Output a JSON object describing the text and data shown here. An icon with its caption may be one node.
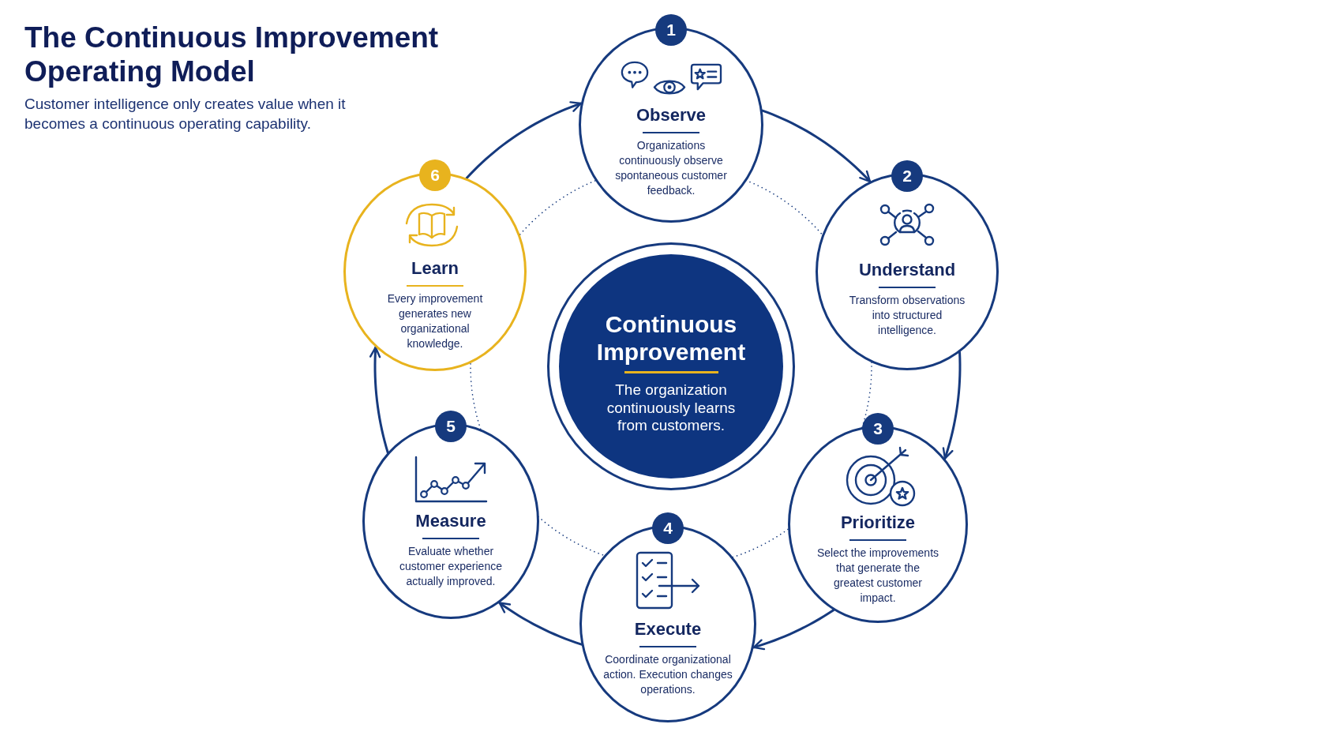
{
  "diagram": {
    "title": "The Continuous Improvement Operating Model",
    "nodes": [
      {
        "text": [
          "1",
          "Observe",
          "Organizations continuously observe spontaneous customer feedback."
        ]
      },
      {
        "text": [
          "2",
          "Understand",
          "Transform observations into structured intelligence."
        ]
      },
      {
        "text": [
          "3",
          "Prioritize",
          "Select the improvements that generate the greatest customer impact."
        ]
      },
      {
        "text": [
          "4",
          "Execute",
          "Coordinate organizational action. Execution changes operations."
        ]
      },
      {
        "text": [
          "5",
          "Measure",
          "Evaluate whether customer experience actually improved."
        ]
      },
      {
        "text": [
          "6",
          "Learn",
          "Every improvement generates new organizational knowledge."
        ]
      },
      {
        "text": [
          "Continuous Improvement",
          "The organization continuously learns from customers."
        ]
      }
    ],
    "edges": [
      {
        "from": 0,
        "to": 1,
        "arrow": "to"
      },
      {
        "from": 1,
        "to": 2,
        "arrow": "to"
      },
      {
        "from": 2,
        "to": 3,
        "arrow": "to"
      },
      {
        "from": 3,
        "to": 4,
        "arrow": "to"
      },
      {
        "from": 4,
        "to": 5,
        "arrow": "to"
      },
      {
        "from": 5,
        "to": 0,
        "arrow": "to"
      }
    ],
    "labels": [
      "Customer intelligence only creates value when it becomes a continuous operating capability."
    ]
  }
}
